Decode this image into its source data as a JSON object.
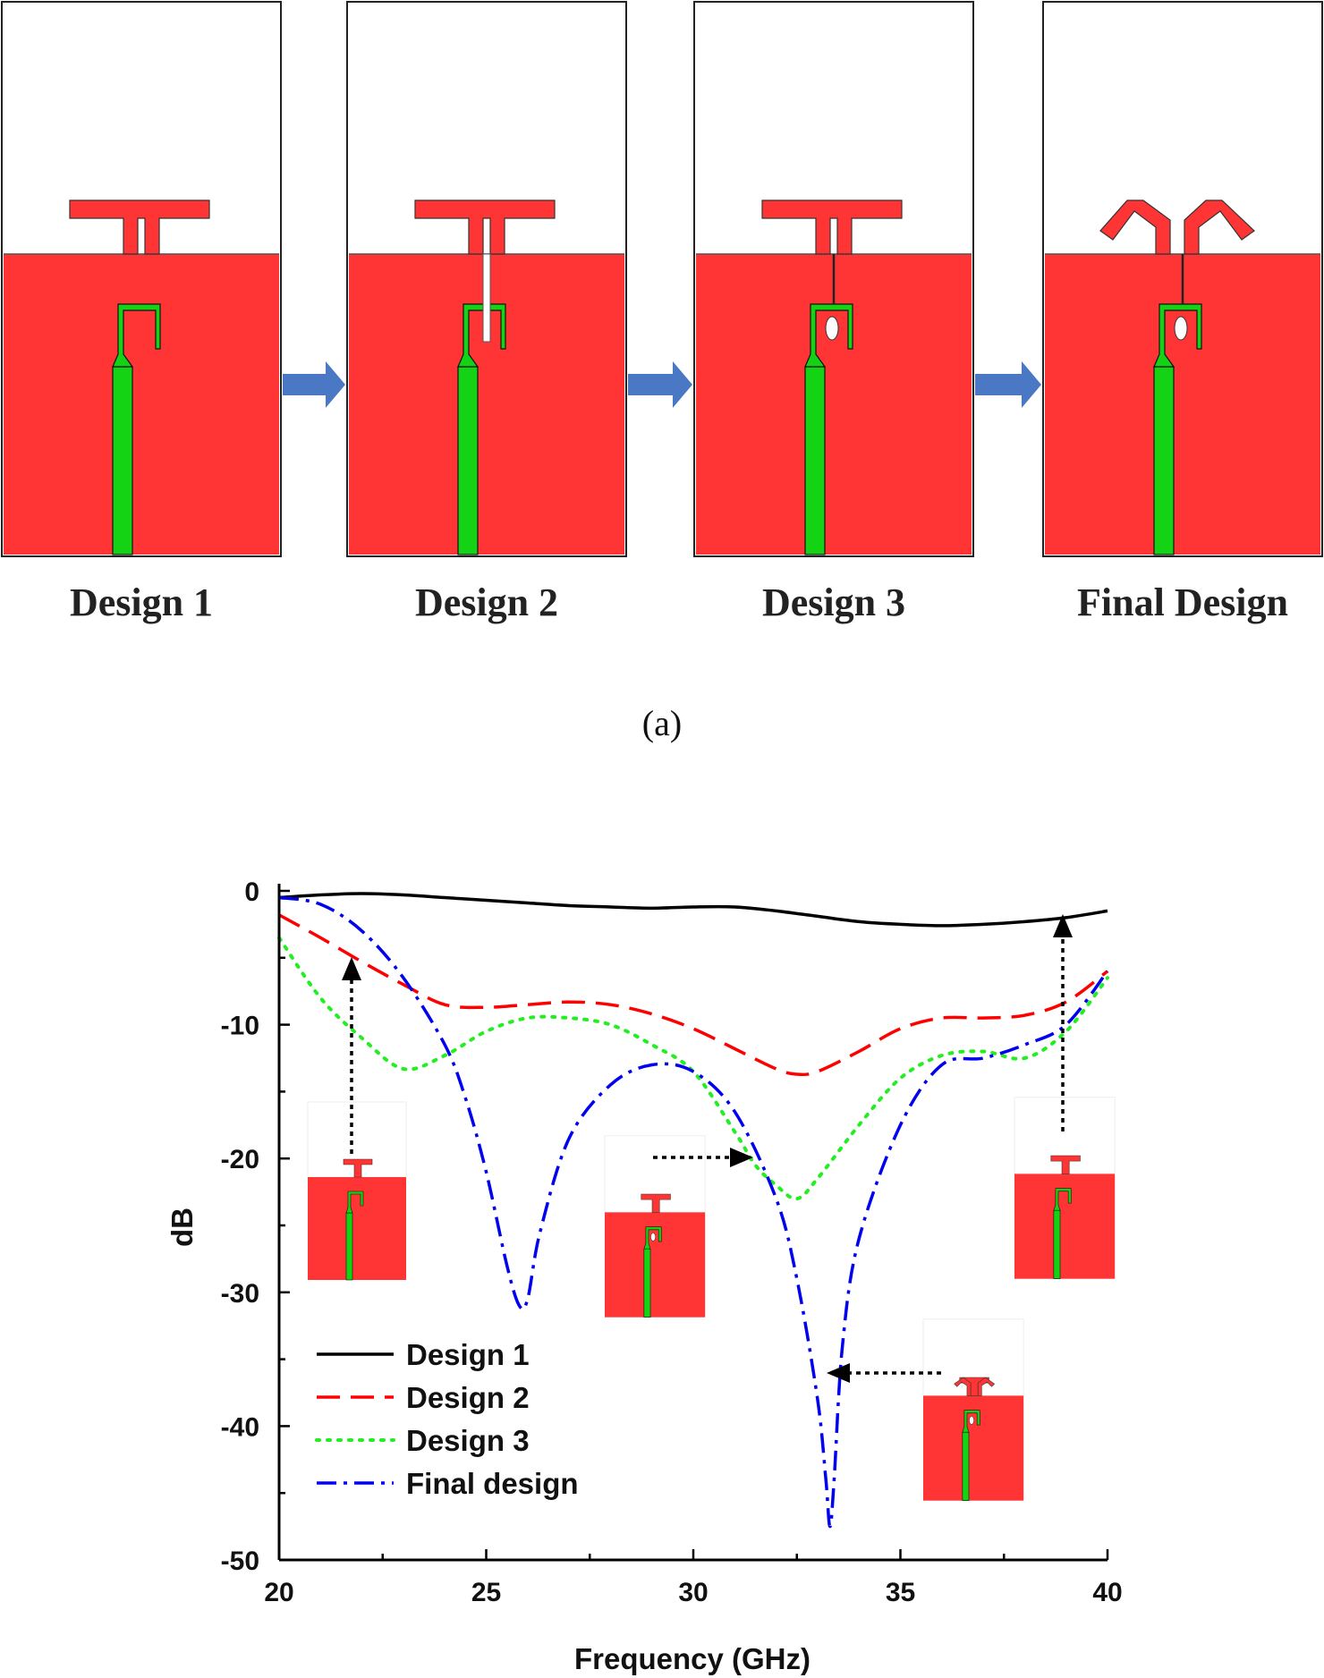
{
  "panel_a": {
    "designs": [
      {
        "id": "design1",
        "label": "Design 1",
        "gap_in_ground": false,
        "stub_line": false,
        "slot": false,
        "angled_arms": false
      },
      {
        "id": "design2",
        "label": "Design 2",
        "gap_in_ground": true,
        "stub_line": false,
        "slot": false,
        "angled_arms": false
      },
      {
        "id": "design3",
        "label": "Design 3",
        "gap_in_ground": false,
        "stub_line": true,
        "slot": true,
        "angled_arms": false
      },
      {
        "id": "final",
        "label": "Final Design",
        "gap_in_ground": false,
        "stub_line": true,
        "slot": true,
        "angled_arms": true
      }
    ],
    "caption": "(a)"
  },
  "colors": {
    "substrate": "#ff3535",
    "feed": "#14d214",
    "outline": "#222222",
    "arrow": "#4a78c4",
    "design1": "#000000",
    "design2": "#ff0000",
    "design3": "#22ee22",
    "final": "#0000ee"
  },
  "chart_data": {
    "type": "line",
    "xlabel": "Frequency (GHz)",
    "ylabel": "dB",
    "xlim": [
      20,
      40
    ],
    "ylim": [
      -50,
      0
    ],
    "xticks": [
      20,
      25,
      30,
      35,
      40
    ],
    "yticks": [
      0,
      -10,
      -20,
      -30,
      -40,
      -50
    ],
    "grid": false,
    "legend_position": "bottom-left",
    "series": [
      {
        "name": "Design 1",
        "style": "solid",
        "x": [
          20,
          21,
          22,
          23,
          24,
          25,
          26,
          27,
          28,
          29,
          30,
          31,
          32,
          33,
          34,
          35,
          36,
          37,
          38,
          39,
          40
        ],
        "y": [
          -0.5,
          -0.3,
          -0.2,
          -0.3,
          -0.5,
          -0.7,
          -0.9,
          -1.1,
          -1.2,
          -1.3,
          -1.2,
          -1.2,
          -1.5,
          -1.9,
          -2.3,
          -2.5,
          -2.6,
          -2.5,
          -2.3,
          -2.0,
          -1.5
        ]
      },
      {
        "name": "Design 2",
        "style": "dashed",
        "x": [
          20,
          21,
          22,
          23,
          24,
          25,
          26,
          27,
          28,
          29,
          30,
          31,
          32,
          32.5,
          33,
          34,
          35,
          36,
          37,
          38,
          39,
          40
        ],
        "y": [
          -1.8,
          -3.5,
          -5.3,
          -7.0,
          -8.5,
          -8.7,
          -8.5,
          -8.3,
          -8.5,
          -9.2,
          -10.3,
          -11.8,
          -13.3,
          -13.7,
          -13.5,
          -12.0,
          -10.3,
          -9.5,
          -9.5,
          -9.3,
          -8.3,
          -6.0
        ]
      },
      {
        "name": "Design 3",
        "style": "dotted",
        "x": [
          20,
          21,
          22,
          23,
          24,
          25,
          26,
          27,
          28,
          29,
          30,
          31,
          31.5,
          32,
          32.5,
          33,
          34,
          35,
          36,
          37,
          38,
          39,
          40
        ],
        "y": [
          -3.5,
          -8.0,
          -11.0,
          -13.3,
          -12.3,
          -10.5,
          -9.5,
          -9.5,
          -10.0,
          -11.5,
          -13.5,
          -18.0,
          -20.5,
          -22.0,
          -23.0,
          -21.5,
          -17.5,
          -14.0,
          -12.3,
          -12.0,
          -12.5,
          -10.5,
          -6.5
        ]
      },
      {
        "name": "Final design",
        "style": "dashdot",
        "x": [
          20,
          21,
          22,
          23,
          24,
          24.5,
          25,
          25.5,
          25.8,
          26,
          26.3,
          27,
          28,
          29,
          30,
          31,
          32,
          32.5,
          33,
          33.2,
          33.3,
          33.4,
          33.6,
          34,
          35,
          36,
          37,
          38,
          39,
          40
        ],
        "y": [
          -0.5,
          -1.0,
          -3.0,
          -6.5,
          -11.5,
          -15.5,
          -21.0,
          -28.0,
          -31.0,
          -30.5,
          -25.5,
          -18.5,
          -14.5,
          -13.0,
          -13.5,
          -16.5,
          -23.0,
          -29.0,
          -38.0,
          -44.0,
          -47.5,
          -44.0,
          -34.0,
          -26.0,
          -17.5,
          -13.0,
          -12.5,
          -11.5,
          -10.0,
          -6.0
        ]
      }
    ]
  }
}
